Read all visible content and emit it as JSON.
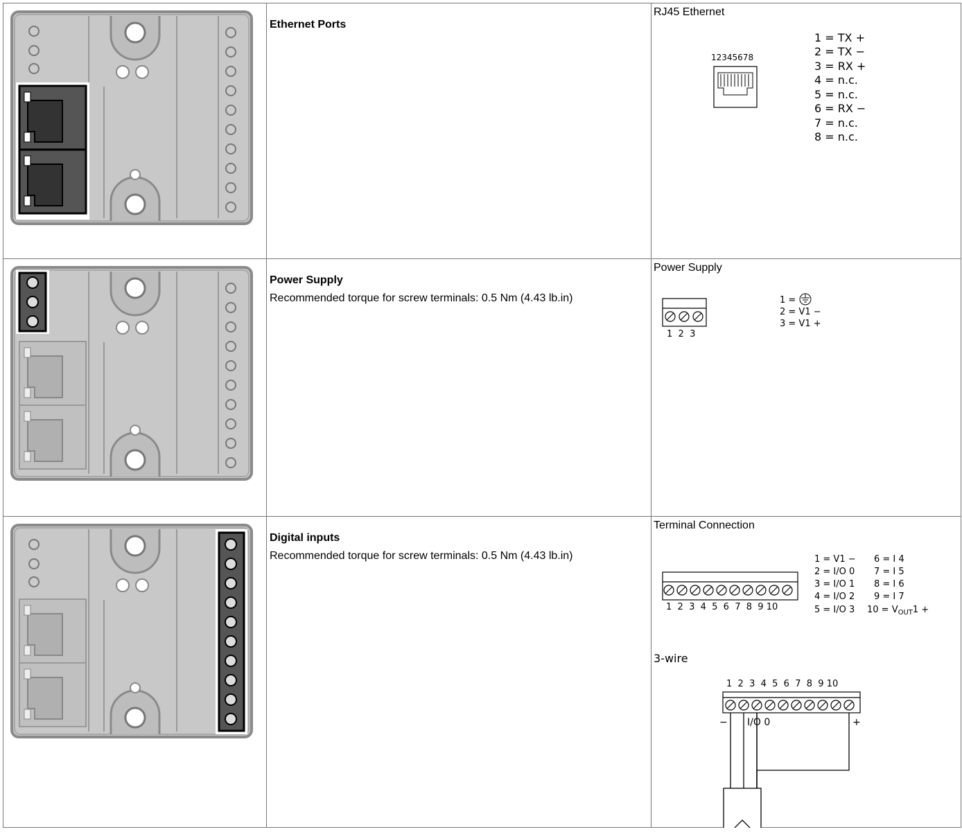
{
  "rows": [
    {
      "title": "Ethernet Ports",
      "description": "",
      "diagram_heading": "RJ45 Ethernet",
      "connector_label": "12345678",
      "pins": [
        "1 = TX  +",
        "2 = TX  −",
        "3 = RX  +",
        "4 = n.c.",
        "5 = n.c.",
        "6 = RX  −",
        "7 = n.c.",
        "8 = n.c."
      ]
    },
    {
      "title": "Power Supply",
      "description": "Recommended torque for screw terminals: 0.5 Nm (4.43 lb.in)",
      "diagram_heading": "Power Supply",
      "terminal_numbers": "1  2  3",
      "pin1_prefix": "1 =",
      "pins": [
        "2 = V1 −",
        "3 = V1 +"
      ]
    },
    {
      "title": "Digital inputs",
      "description": "Recommended torque for screw terminals: 0.5 Nm (4.43 lb.in)",
      "diagram_heading": "Terminal Connection",
      "terminal_numbers": "1  2  3  4  5  6  7  8  9 10",
      "pins_left": [
        "1 = V1 −",
        "2 = I/O 0",
        "3 = I/O 1",
        "4 = I/O 2",
        "5 = I/O 3"
      ],
      "pins_right": [
        "6 = I 4",
        "7 = I 5",
        "8 = I 6",
        "9 = I 7"
      ],
      "pin10_prefix": "10 = V",
      "pin10_sub": "OUT",
      "pin10_suffix": "1 +",
      "wiring_heading": "3-wire",
      "wiring_numbers": "1  2  3  4  5  6  7  8  9 10",
      "wiring_minus": "−",
      "wiring_plus": "+",
      "wiring_io": "I/O 0"
    }
  ]
}
